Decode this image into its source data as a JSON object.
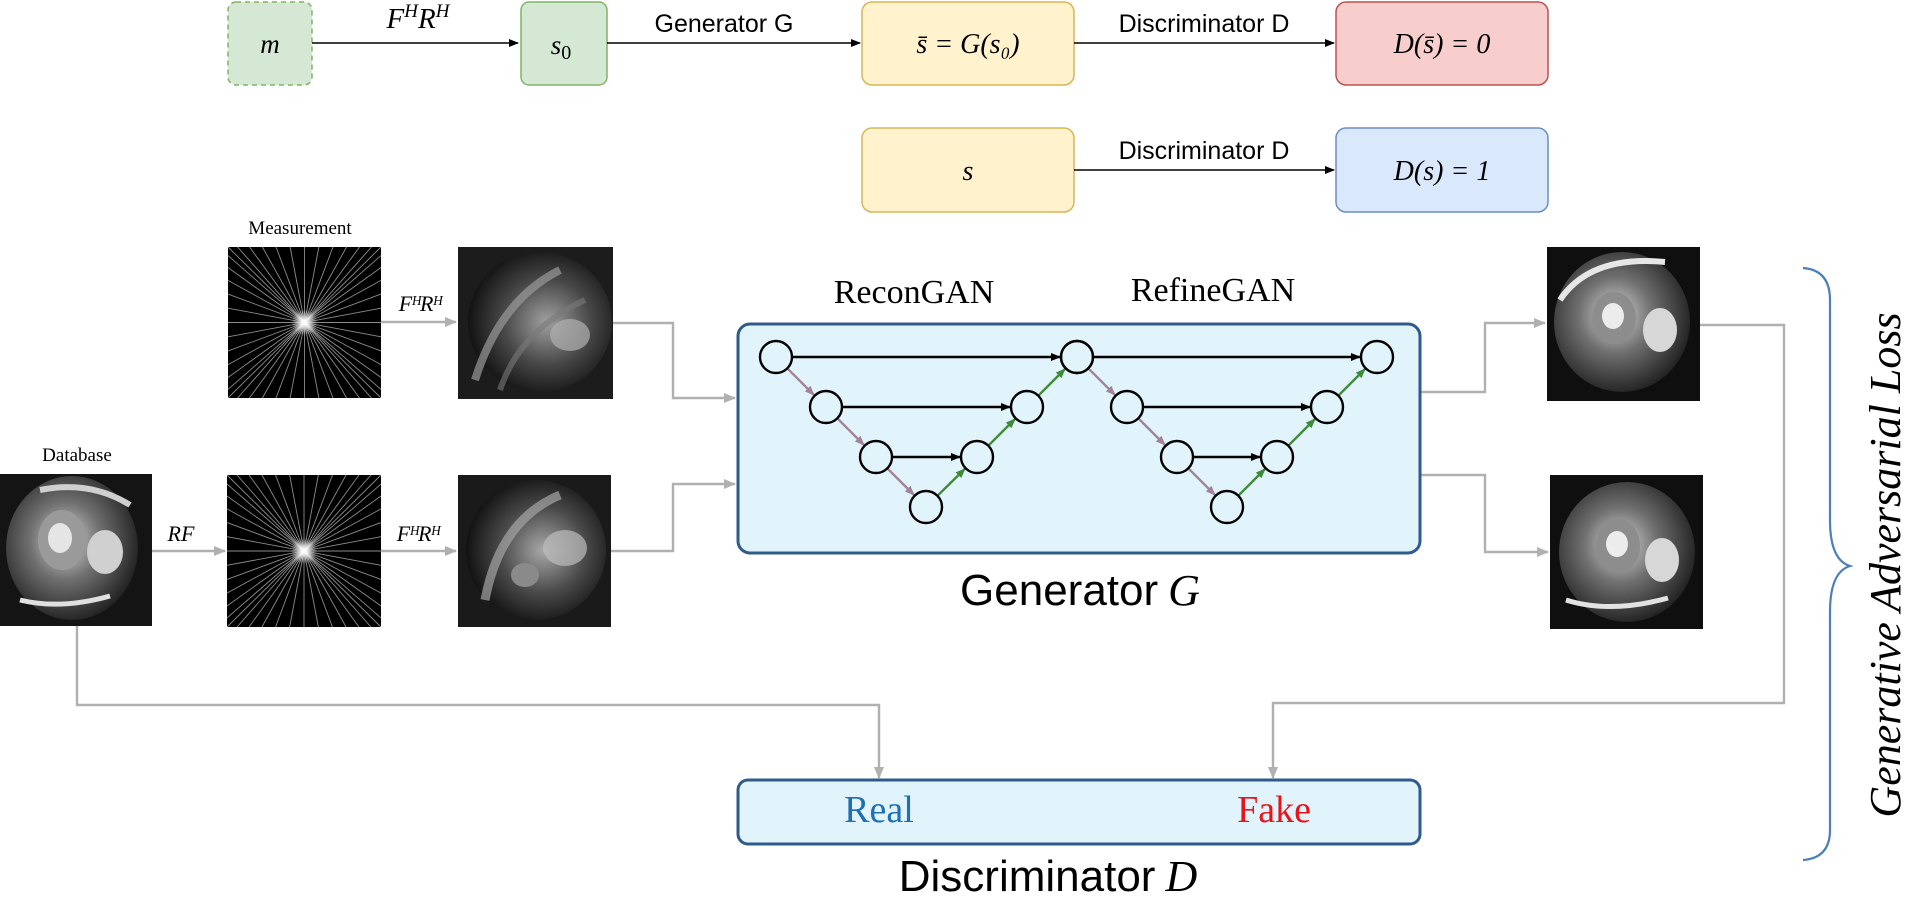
{
  "flow": {
    "m_label": "m",
    "op_fhrh": "F",
    "op_fhrh_sup1": "H",
    "op_fhrh_mid": "R",
    "op_fhrh_sup2": "H",
    "s0_label": "s",
    "s0_sub": "0",
    "generator_label": "Generator G",
    "sbar_label": "s̄ = G(s₀)",
    "disc_label_1": "Discriminator D",
    "d_fake_label": "D(s̄) = 0",
    "s_label": "s",
    "disc_label_2": "Discriminator D",
    "d_real_label": "D(s) = 1"
  },
  "pipeline": {
    "measurement_label": "Measurement",
    "database_label": "Database",
    "rf_label": "RF",
    "fhrh_top_label": "FᴴRᴴ",
    "fhrh_bottom_label": "FᴴRᴴ",
    "recongan_label": "ReconGAN",
    "refinegan_label": "RefineGAN",
    "generator_caption": "Generator",
    "generator_caption_var": "G",
    "discriminator_caption": "Discriminator",
    "discriminator_caption_var": "D",
    "real_label": "Real",
    "fake_label": "Fake",
    "side_loss_label": "Generative Adversarial Loss"
  },
  "colors": {
    "green_fill": "#d5e8d4",
    "green_stroke": "#82b366",
    "yellow_fill": "#fff2cc",
    "yellow_stroke": "#d6b656",
    "red_fill": "#f8cecc",
    "red_stroke": "#b85450",
    "blue_fill": "#dae8fc",
    "blue_stroke": "#6c8ebf",
    "gen_fill": "#e1f3fb",
    "gen_stroke": "#2e5b8a",
    "real_text": "#1f6fb5",
    "fake_text": "#e8141c",
    "down_arrow": "#a2849a",
    "up_arrow": "#3f8a3a",
    "connector": "#b0b0b0",
    "brace": "#4a7fb8"
  }
}
